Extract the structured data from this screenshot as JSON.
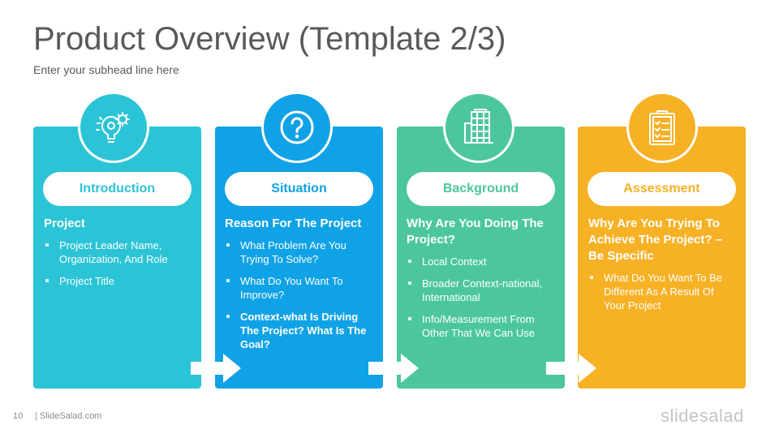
{
  "slide": {
    "title": "Product Overview (Template 2/3)",
    "subhead": "Enter your subhead line here"
  },
  "colors": {
    "card1": "#2bc4d6",
    "card2": "#10a2e6",
    "card3": "#4cc79c",
    "card4": "#f7b125"
  },
  "cards": [
    {
      "label": "Introduction",
      "icon": "gear-lightbulb-icon",
      "heading": "Project",
      "bullets": [
        "Project Leader Name, Organization, And Role",
        "Project Title"
      ]
    },
    {
      "label": "Situation",
      "icon": "question-icon",
      "heading": "Reason For The Project",
      "bullets": [
        "What Problem Are You Trying To Solve?",
        "What Do You Want To Improve?",
        "Context-what Is Driving The Project? What Is The Goal?"
      ]
    },
    {
      "label": "Background",
      "icon": "building-icon",
      "heading": "Why Are You Doing The Project?",
      "bullets": [
        "Local Context",
        "Broader Context-national, International",
        "Info/Measurement From Other That We Can Use"
      ]
    },
    {
      "label": "Assessment",
      "icon": "clipboard-checklist-icon",
      "heading": "Why Are You Trying To Achieve The Project? – Be Specific",
      "bullets": [
        "What Do You Want To Be Different As A Result Of Your Project"
      ]
    }
  ],
  "footer": {
    "page_number": "10",
    "site": "| SlideSalad.com",
    "logo": "slidesalad"
  }
}
